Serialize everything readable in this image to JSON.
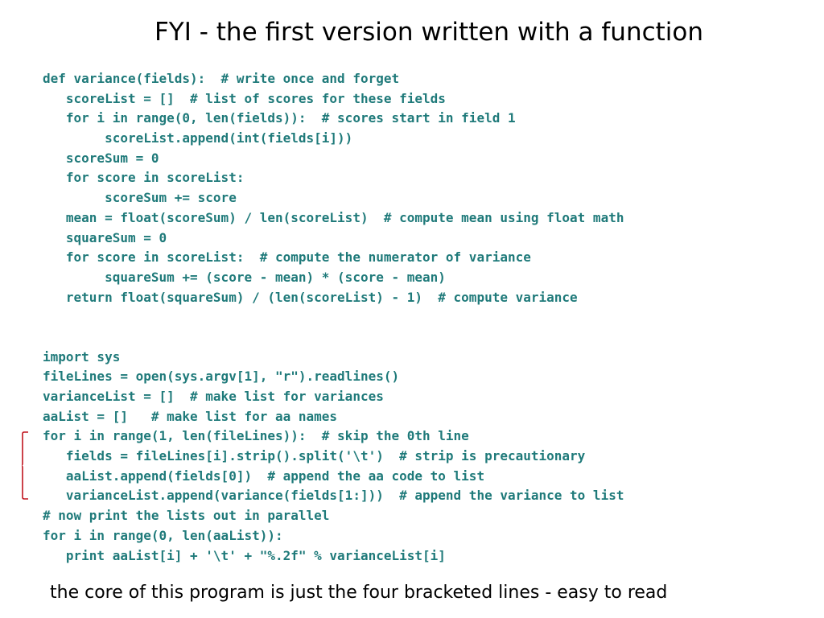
{
  "slide": {
    "title": "FYI - the first version written with a function",
    "caption": "the core of this program is just the four bracketed lines - easy to read"
  },
  "colors": {
    "code": "#1f7a7a",
    "bracket": "#c0141e",
    "text": "#000000"
  },
  "code": {
    "function_lines": [
      "def variance(fields):  # write once and forget",
      "   scoreList = []  # list of scores for these fields",
      "   for i in range(0, len(fields)):  # scores start in field 1",
      "        scoreList.append(int(fields[i]))",
      "   scoreSum = 0",
      "   for score in scoreList:",
      "        scoreSum += score",
      "   mean = float(scoreSum) / len(scoreList)  # compute mean using float math",
      "   squareSum = 0",
      "   for score in scoreList:  # compute the numerator of variance",
      "        squareSum += (score - mean) * (score - mean)",
      "   return float(squareSum) / (len(scoreList) - 1)  # compute variance"
    ],
    "main_lines": [
      "import sys",
      "fileLines = open(sys.argv[1], \"r\").readlines()",
      "varianceList = []  # make list for variances",
      "aaList = []   # make list for aa names",
      "for i in range(1, len(fileLines)):  # skip the 0th line",
      "   fields = fileLines[i].strip().split('\\t')  # strip is precautionary",
      "   aaList.append(fields[0])  # append the aa code to list",
      "   varianceList.append(variance(fields[1:]))  # append the variance to list",
      "# now print the lists out in parallel",
      "for i in range(0, len(aaList)):",
      "   print aaList[i] + '\\t' + \"%.2f\" % varianceList[i]"
    ]
  }
}
